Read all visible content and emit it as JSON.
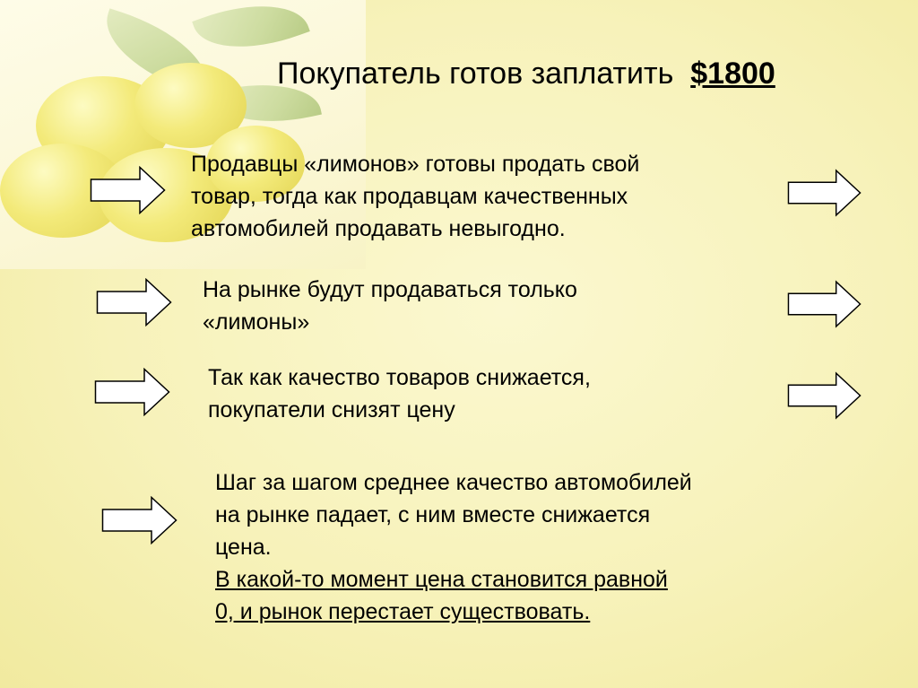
{
  "title": {
    "text": "Покупатель готов заплатить",
    "price": "$1800"
  },
  "blocks": [
    {
      "lines": [
        "Продавцы «лимонов» готовы продать свой",
        "товар, тогда как продавцам качественных",
        "автомобилей продавать невыгодно."
      ]
    },
    {
      "lines": [
        "На рынке будут продаваться только",
        "«лимоны»"
      ]
    },
    {
      "lines": [
        "Так как качество товаров снижается,",
        "покупатели снизят цену"
      ]
    },
    {
      "lines": [
        "Шаг за шагом среднее качество автомобилей",
        "на рынке падает, с ним вместе снижается",
        "цена."
      ],
      "underlined_lines": [
        "В какой-то момент цена становится равной",
        "0, и рынок перестает существовать."
      ]
    }
  ],
  "arrows": {
    "left_count": 4,
    "right_count": 3,
    "fill": "#ffffff",
    "stroke": "#000000"
  },
  "colors": {
    "background": "#f7f2ba",
    "text": "#000000",
    "lemon": "#f3ea7a",
    "leaf": "#cddca0"
  }
}
